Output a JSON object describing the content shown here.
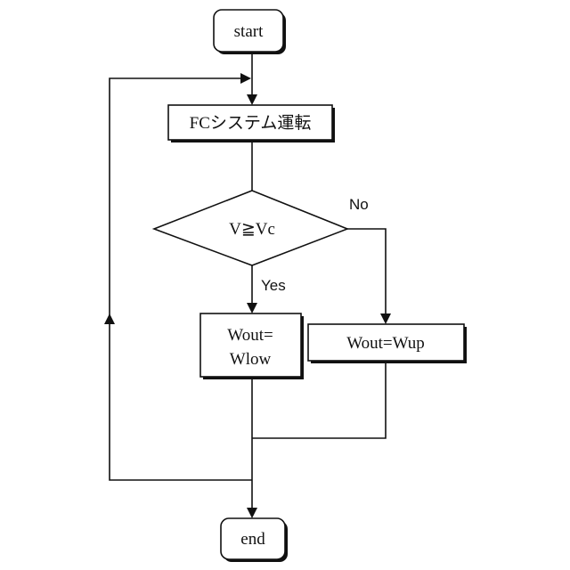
{
  "nodes": {
    "start": "start",
    "process": "FCシステム運転",
    "decision": "V≧Vc",
    "low_line1": "Wout=",
    "low_line2": "Wlow",
    "up": "Wout=Wup",
    "end": "end"
  },
  "edges": {
    "yes": "Yes",
    "no": "No"
  }
}
